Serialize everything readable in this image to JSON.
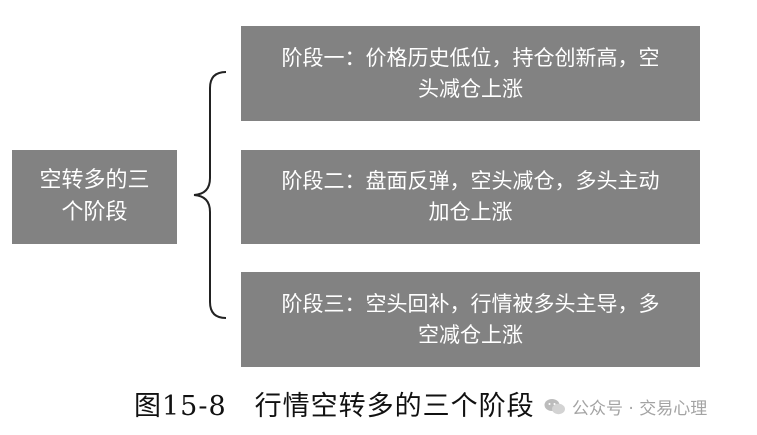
{
  "root": {
    "label": "空转多的三个阶段"
  },
  "stages": [
    {
      "label": "阶段一：价格历史低位，持仓创新高，空头减仓上涨"
    },
    {
      "label": "阶段二：盘面反弹，空头减仓，多头主动加仓上涨"
    },
    {
      "label": "阶段三：空头回补，行情被多头主导，多空减仓上涨"
    }
  ],
  "caption": "图15-8　行情空转多的三个阶段",
  "watermark": {
    "icon": "wechat-icon",
    "text": "公众号 · 交易心理"
  },
  "colors": {
    "box_fill": "#828282",
    "box_text": "#ffffff",
    "brace": "#222222"
  }
}
